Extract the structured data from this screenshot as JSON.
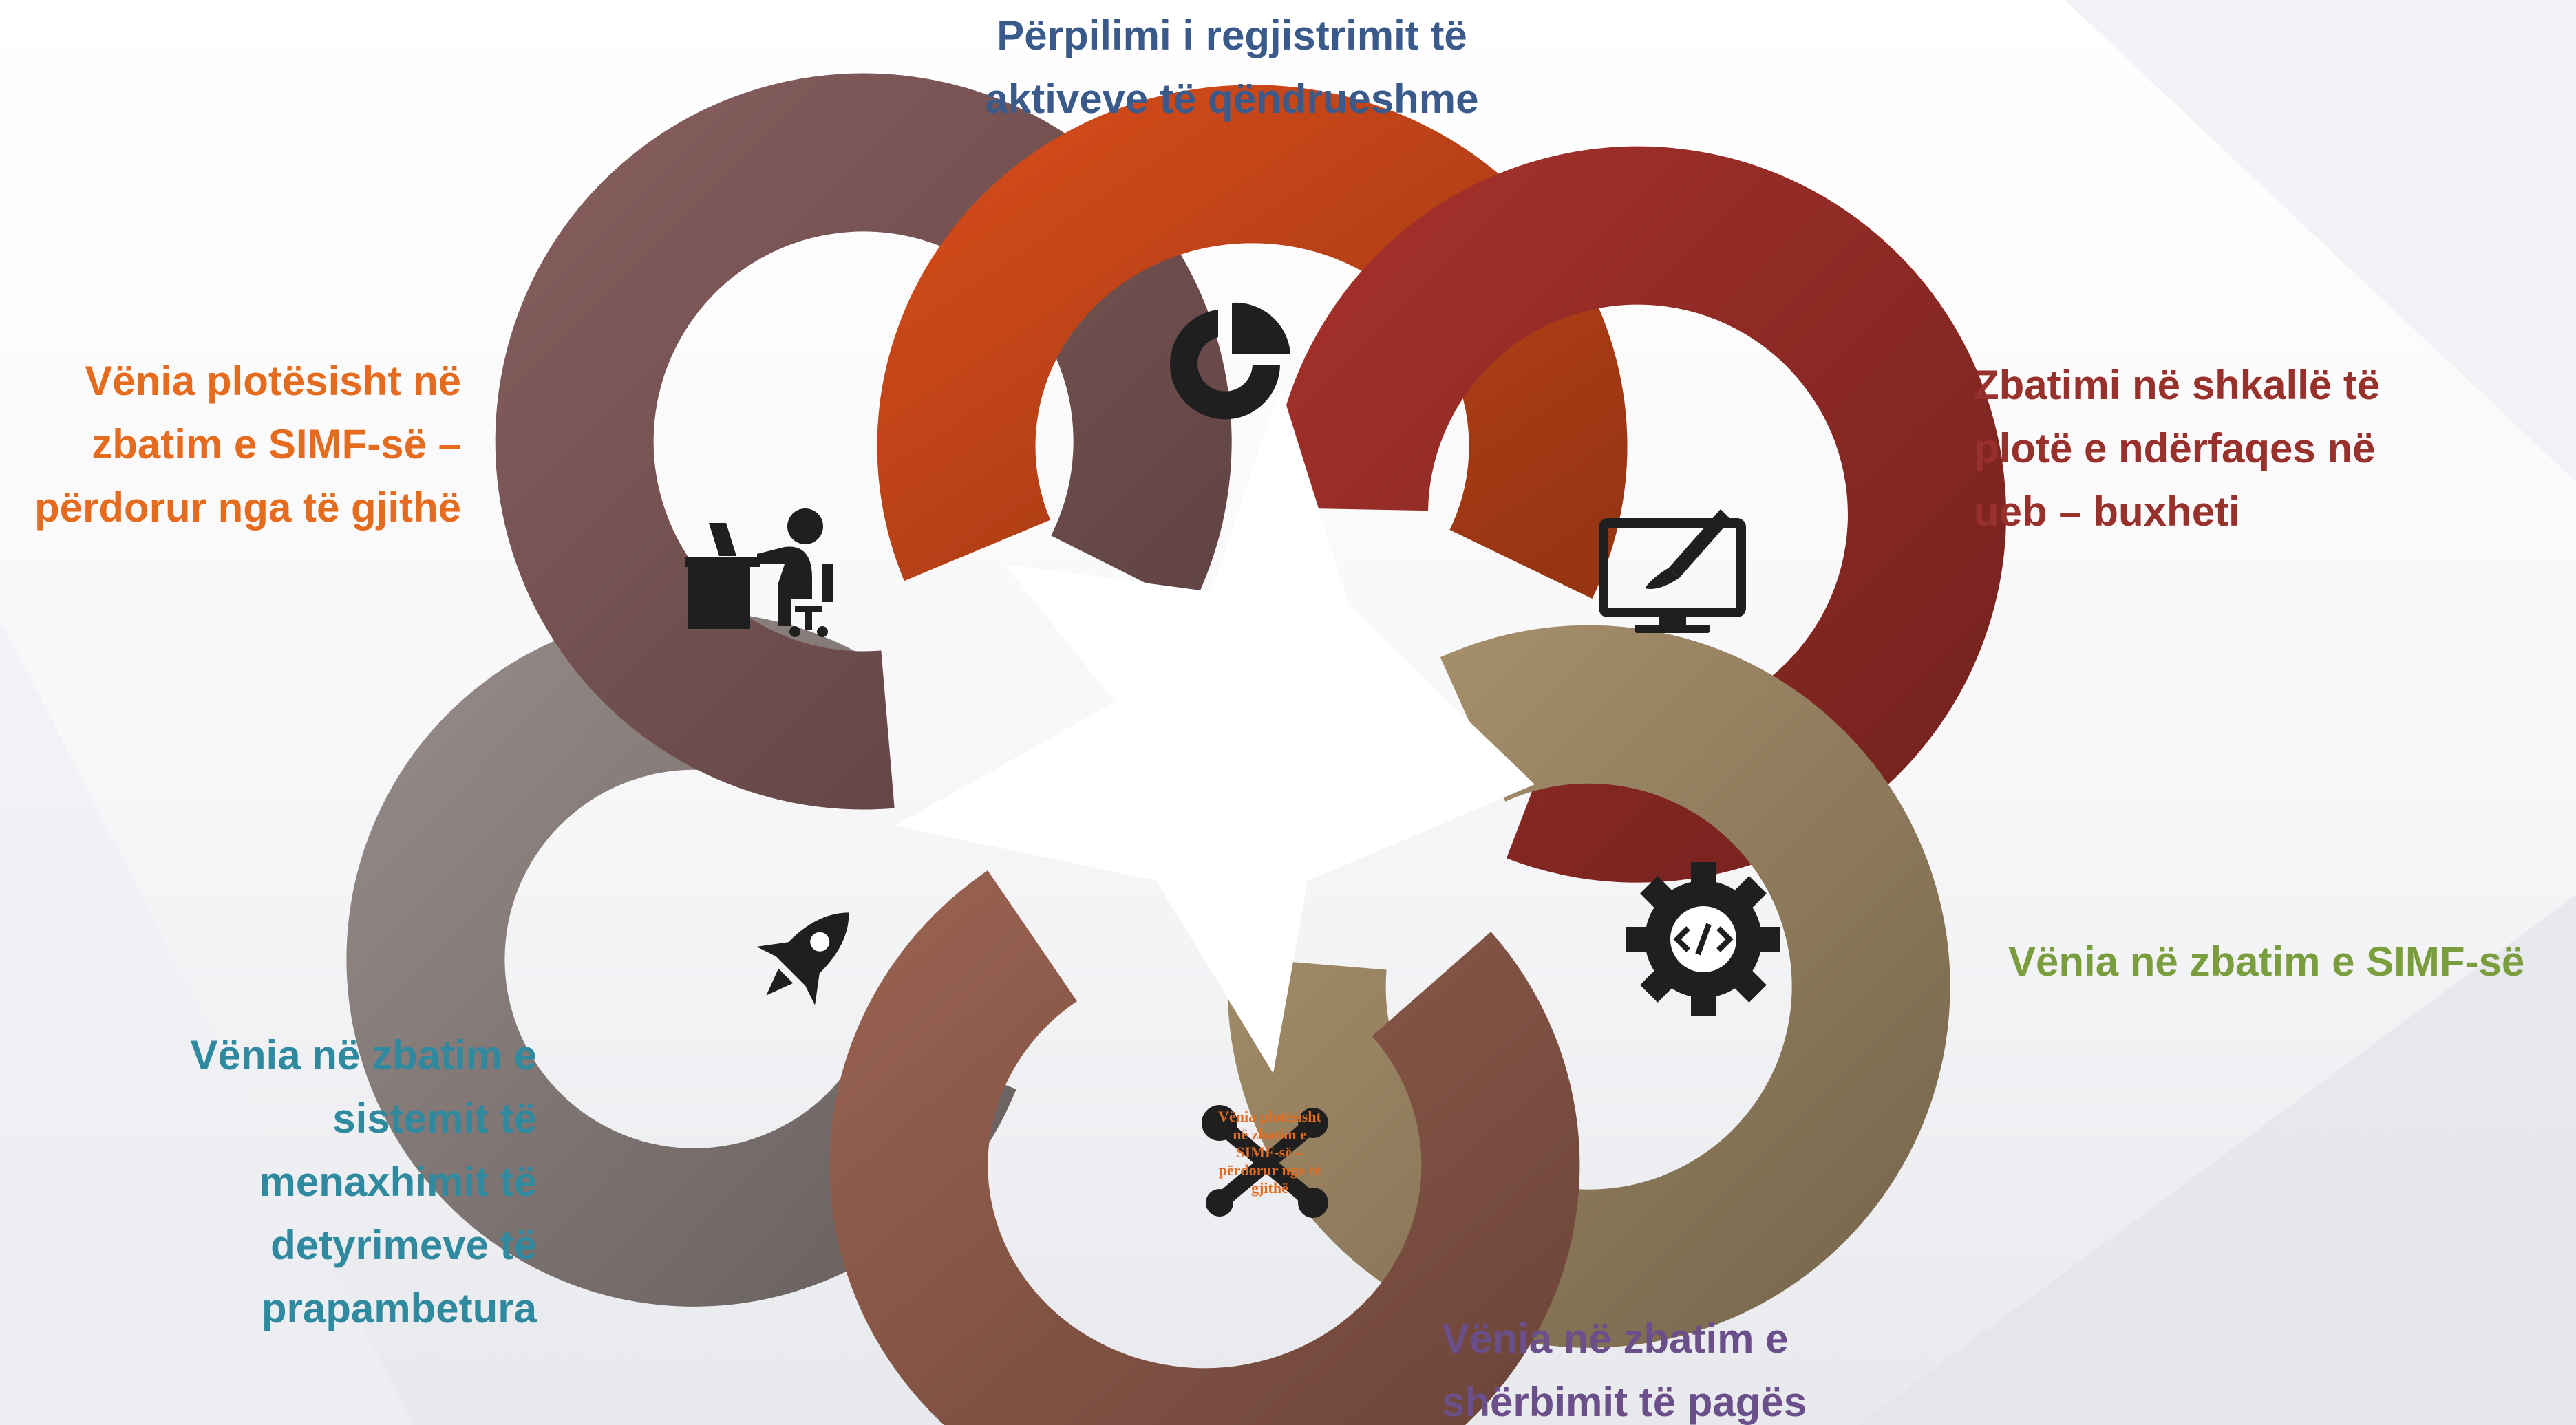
{
  "colors": {
    "stage_top": "#ffffff",
    "stage_bottom": "#e9eaee",
    "ring_orange": "#d24a1a",
    "ring_red": "#a3302a",
    "ring_tan": "#a8916c",
    "ring_brown": "#96604f",
    "ring_grey": "#938886",
    "ring_mauve": "#845c5c",
    "icon": "#1f1f1f"
  },
  "stages": [
    {
      "id": "top",
      "icon": "pie-chart-icon",
      "label": "Përpilimi i regjistrimit të aktiveve të qëndrueshme",
      "label_color": "#3b5a8c"
    },
    {
      "id": "right-top",
      "icon": "monitor-brush-icon",
      "label": "Zbatimi në shkallë të plotë e ndërfaqes në ueb – buxheti",
      "label_color": "#98302c"
    },
    {
      "id": "right-bottom",
      "icon": "gear-code-icon",
      "label": "Vënia në zbatim e SIMF-së",
      "label_color": "#7a9e3e"
    },
    {
      "id": "bottom",
      "icon": "tools-icon",
      "label": "Vënia në zbatim e shërbimit të pagës",
      "label_color": "#6a4f8a"
    },
    {
      "id": "left-bottom",
      "icon": "rocket-icon",
      "label": "Vënia në zbatim e sistemit të menaxhimit të detyrimeve të prapambetura",
      "label_color": "#2f8aa0"
    },
    {
      "id": "left-top",
      "icon": "person-at-desk-icon",
      "label": "Vënia plotësisht në zbatim e SIMF-së – përdorur nga të gjithë",
      "label_color": "#e56b1f"
    }
  ],
  "overlay_note": "Vënia plotësisht në zbatim e SIMF-së – përdorur nga të gjithë"
}
